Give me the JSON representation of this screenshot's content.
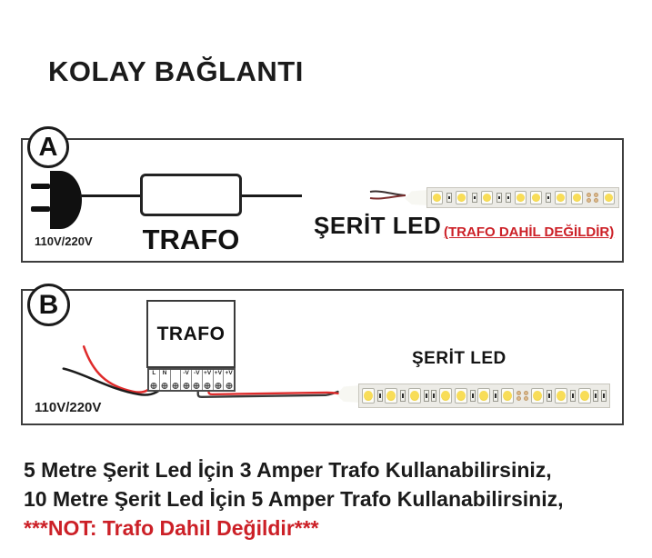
{
  "title": "KOLAY BAĞLANTI",
  "panel_a": {
    "badge": "A",
    "voltage": "110V/220V",
    "trafo_label": "TRAFO",
    "strip_label": "ŞERİT LED",
    "note": "(TRAFO DAHİL DEĞİLDİR)",
    "strip_pattern": [
      "L",
      "r",
      "L",
      "r",
      "L",
      "r",
      "r",
      "L",
      "L",
      "r",
      "L",
      "L",
      "P",
      "L"
    ]
  },
  "panel_b": {
    "badge": "B",
    "voltage": "110V/220V",
    "trafo_label": "TRAFO",
    "strip_label": "ŞERİT LED",
    "terminals": [
      "L",
      "N",
      "",
      "-V",
      "-V",
      "+V",
      "+V",
      "+V"
    ],
    "strip_pattern": [
      "L",
      "r",
      "L",
      "r",
      "L",
      "r",
      "r",
      "L",
      "L",
      "r",
      "L",
      "r",
      "L",
      "P",
      "L",
      "r",
      "L",
      "r",
      "L",
      "r",
      "r"
    ]
  },
  "footer": {
    "line1": "5 Metre Şerit Led İçin 3 Amper Trafo Kullanabilirsiniz,",
    "line2": "10 Metre Şerit Led İçin 5 Amper Trafo Kullanabilirsiniz,",
    "line3": "***NOT: Trafo Dahil Değildir***"
  },
  "colors": {
    "accent_red": "#cc2027",
    "wire_red": "#e02a2a",
    "wire_black": "#1d1d1d",
    "led_yellow": "#f3d44a",
    "strip_bg": "#ecebe6"
  }
}
